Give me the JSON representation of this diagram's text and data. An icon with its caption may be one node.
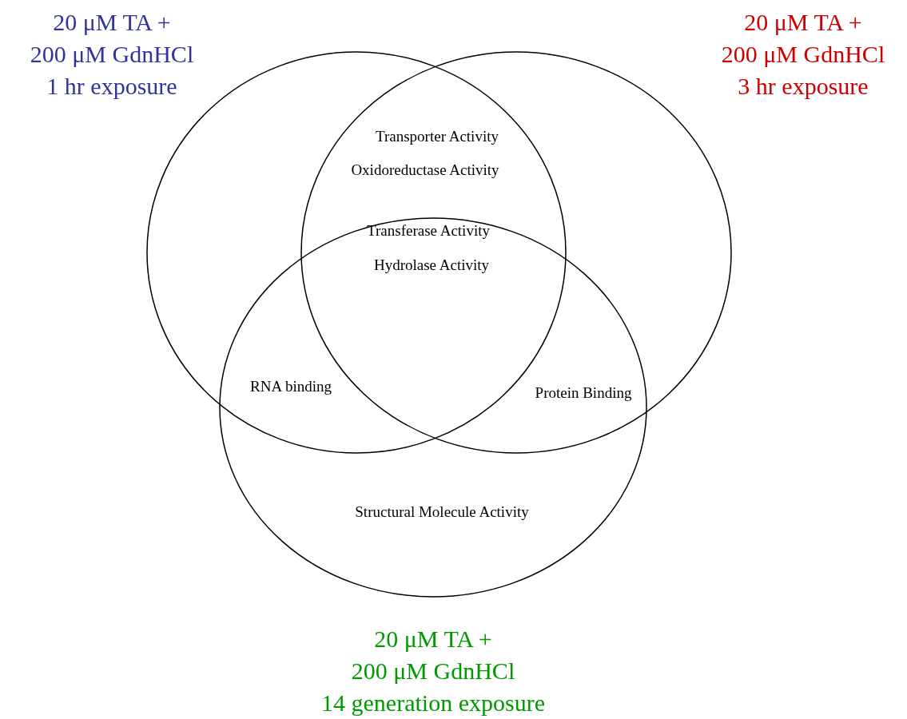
{
  "diagram": {
    "nodes": [
      {
        "text": [
          "20 μM TA +",
          "200 μM GdnHCl",
          "1 hr exposure"
        ]
      },
      {
        "text": [
          "20 μM TA +",
          "200 μM GdnHCl",
          "3 hr exposure"
        ]
      },
      {
        "text": [
          "20 μM TA +",
          "200 μM GdnHCl",
          "14 generation exposure"
        ]
      }
    ],
    "edges": [],
    "labels": [
      "Transporter Activity",
      "Oxidoreductase Activity",
      "Transferase Activity",
      "Hydrolase Activity",
      "RNA binding",
      "Protein Binding",
      "Structural Molecule Activity"
    ]
  }
}
